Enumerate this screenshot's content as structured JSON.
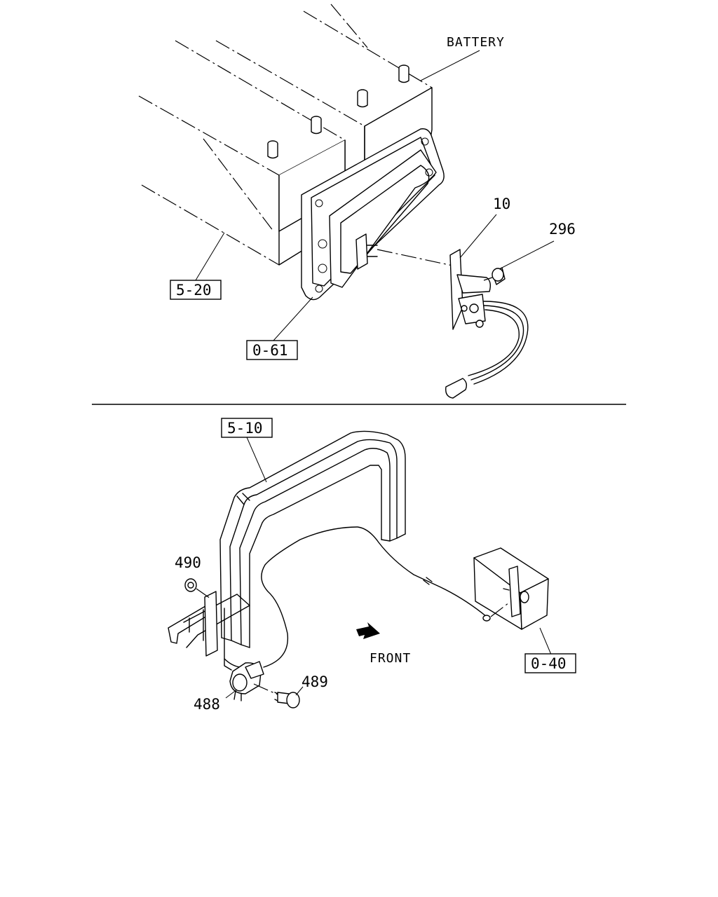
{
  "callouts": {
    "battery": "BATTERY",
    "p10": "10",
    "p296": "296",
    "p490": "490",
    "p488": "488",
    "p489": "489",
    "front": "FRONT"
  },
  "references": {
    "ref_5_20": "5-20",
    "ref_0_61": "0-61",
    "ref_5_10": "5-10",
    "ref_0_40": "0-40"
  }
}
